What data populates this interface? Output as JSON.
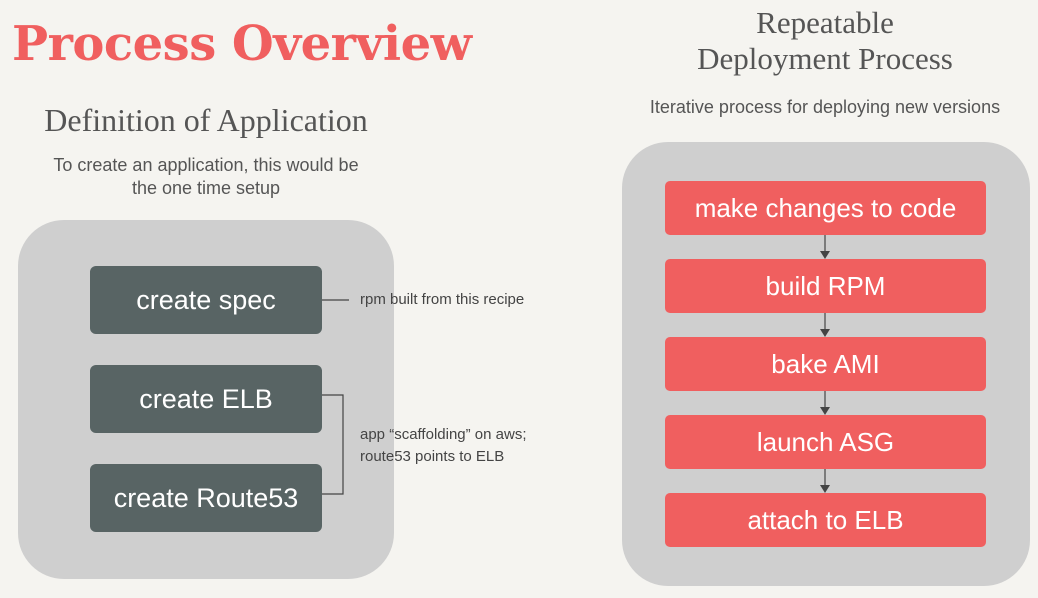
{
  "title": "Process Overview",
  "definition": {
    "heading": "Definition of Application",
    "subtitle": "To create an application, this would be the one time setup",
    "boxes": [
      "create spec",
      "create ELB",
      "create Route53"
    ],
    "notes": {
      "spec": "rpm built from this recipe",
      "scaffolding_line1": "app “scaffolding” on aws;",
      "scaffolding_line2": "route53 points to ELB"
    }
  },
  "repeatable": {
    "heading_line1": "Repeatable",
    "heading_line2": "Deployment Process",
    "subtitle": "Iterative process for deploying new versions",
    "steps": [
      "make changes to code",
      "build RPM",
      "bake AMI",
      "launch ASG",
      "attach to ELB"
    ]
  },
  "colors": {
    "accent_red": "#f05f5f",
    "dark_box": "#586464",
    "panel_gray": "#cfcfcf",
    "background": "#f5f4f0"
  }
}
